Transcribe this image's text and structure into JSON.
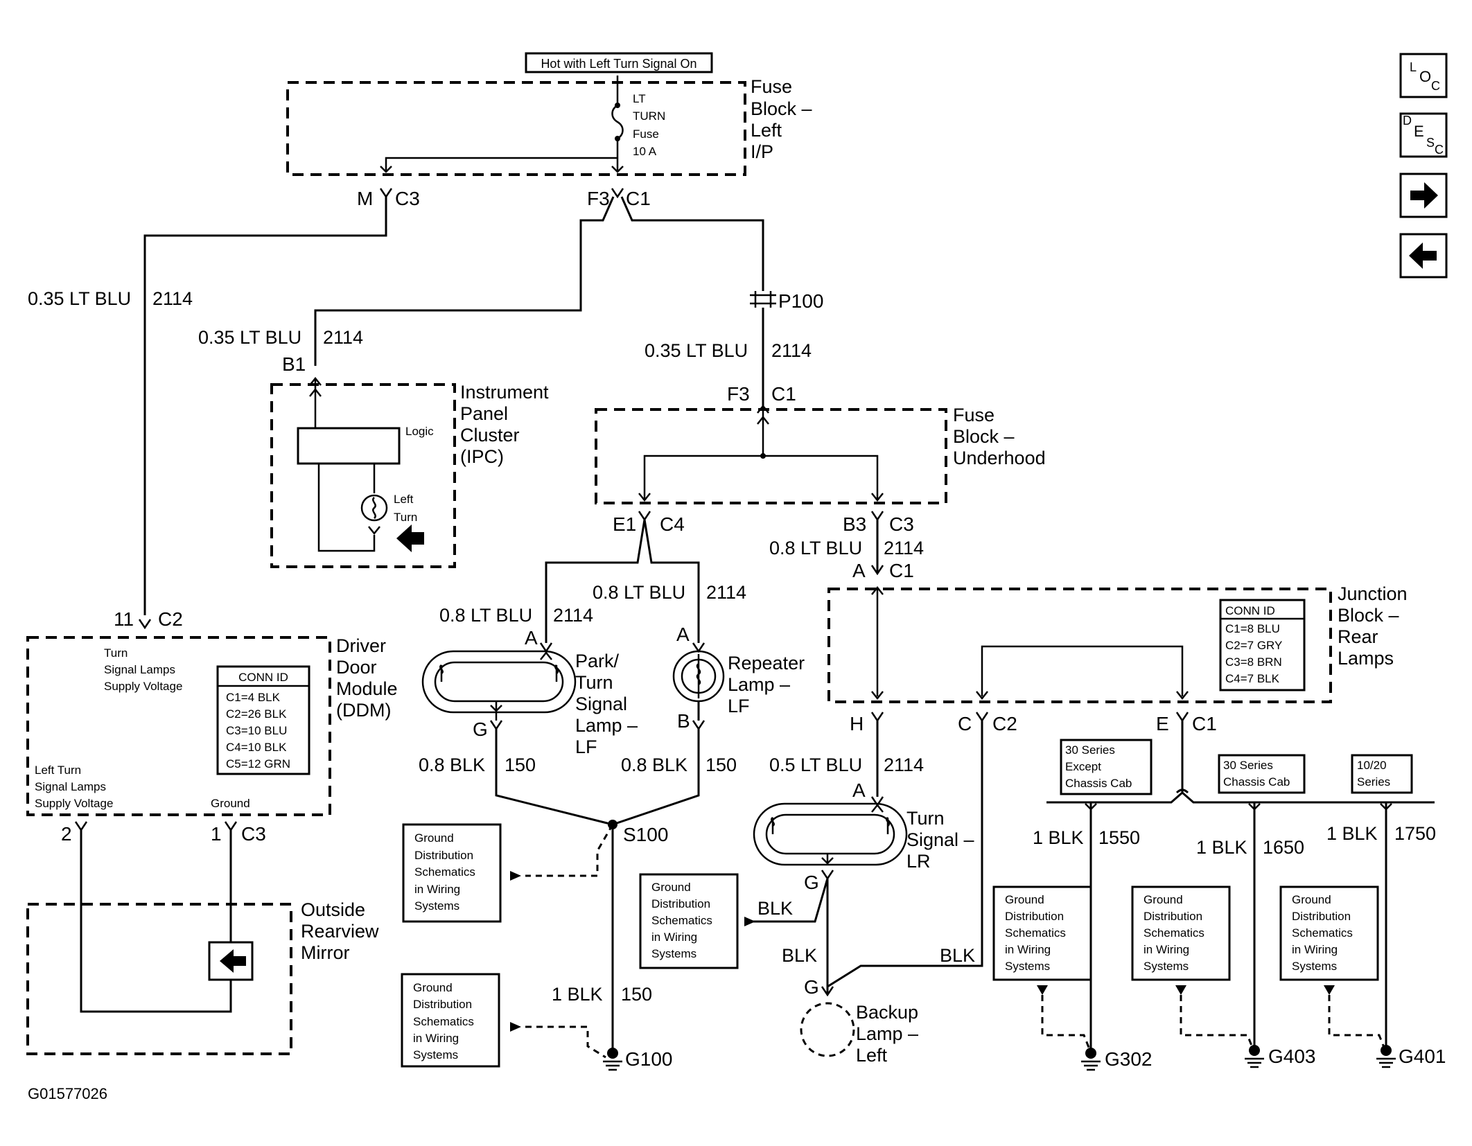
{
  "hot_label": "Hot with Left Turn Signal On",
  "nav": {
    "loc": [
      "L",
      "O",
      "C"
    ],
    "desc": [
      "D",
      "E",
      "S",
      "C"
    ],
    "next_icon": "arrow-right-icon",
    "prev_icon": "arrow-left-icon"
  },
  "fuse_block_left": {
    "title": [
      "Fuse",
      "Block –",
      "Left",
      "I/P"
    ],
    "fuse": [
      "LT",
      "TURN",
      "Fuse",
      "10 A"
    ]
  },
  "conn": {
    "m": "M",
    "c3": "C3",
    "f3": "F3",
    "c1": "C1",
    "b1": "B1",
    "p100": "P100",
    "f3b": "F3",
    "c1b": "C1",
    "e1": "E1",
    "c4": "C4",
    "b3": "B3",
    "c3b": "C3",
    "a_c1": "A",
    "c1c": "C1",
    "n11": "11",
    "c2": "C2",
    "a1": "A",
    "a2": "A",
    "g1": "G",
    "b": "B",
    "h": "H",
    "cc": "C",
    "c2b": "C2",
    "e": "E",
    "c1d": "C1",
    "a3": "A",
    "g2": "G",
    "g3": "G",
    "n2": "2",
    "n1": "1",
    "c3c": "C3"
  },
  "wires": {
    "w1": [
      "0.35 LT BLU",
      "2114"
    ],
    "w2": [
      "0.35 LT BLU",
      "2114"
    ],
    "w3": [
      "0.35 LT BLU",
      "2114"
    ],
    "w4": [
      "0.8 LT BLU",
      "2114"
    ],
    "w5": [
      "0.8 LT BLU",
      "2114"
    ],
    "w6": [
      "0.8 LT BLU",
      "2114"
    ],
    "w7": [
      "0.8 BLK",
      "150"
    ],
    "w8": [
      "0.8 BLK",
      "150"
    ],
    "w9": [
      "0.5 LT BLU",
      "2114"
    ],
    "w10": [
      "1 BLK",
      "150"
    ],
    "w11": [
      "1 BLK",
      "1550"
    ],
    "w12": [
      "1 BLK",
      "1650"
    ],
    "w13": [
      "1 BLK",
      "1750"
    ],
    "blk1": "BLK",
    "blk2": "BLK",
    "blk3": "BLK"
  },
  "ipc": {
    "title": [
      "Instrument",
      "Panel",
      "Cluster",
      "(IPC)"
    ],
    "logic": "Logic",
    "lamp": [
      "Left",
      "Turn"
    ]
  },
  "fuse_block_under": {
    "title": [
      "Fuse",
      "Block –",
      "Underhood"
    ]
  },
  "ddm": {
    "title": [
      "Driver",
      "Door",
      "Module",
      "(DDM)"
    ],
    "supply": [
      "Turn",
      "Signal Lamps",
      "Supply Voltage"
    ],
    "left_supply": [
      "Left Turn",
      "Signal Lamps",
      "Supply Voltage"
    ],
    "ground": "Ground",
    "conn_id": [
      "CONN ID",
      "C1=4 BLK",
      "C2=26 BLK",
      "C3=10 BLU",
      "C4=10 BLK",
      "C5=12 GRN"
    ]
  },
  "junction": {
    "title": [
      "Junction",
      "Block –",
      "Rear",
      "Lamps"
    ],
    "conn_id": [
      "CONN ID",
      "C1=8 BLU",
      "C2=7 GRY",
      "C3=8 BRN",
      "C4=7 BLK"
    ]
  },
  "park_lamp": [
    "Park/",
    "Turn",
    "Signal",
    "Lamp –",
    "LF"
  ],
  "repeater_lamp": [
    "Repeater",
    "Lamp –",
    "LF"
  ],
  "turn_lr": [
    "Turn",
    "Signal –",
    "LR"
  ],
  "backup_lamp": [
    "Backup",
    "Lamp –",
    "Left"
  ],
  "mirror": [
    "Outside",
    "Rearview",
    "Mirror"
  ],
  "splice": "S100",
  "grounds": {
    "g100": "G100",
    "g302": "G302",
    "g403": "G403",
    "g401": "G401"
  },
  "ground_ref": [
    "Ground",
    "Distribution",
    "Schematics",
    "in Wiring",
    "Systems"
  ],
  "series": {
    "s30_except": [
      "30 Series",
      "Except",
      "Chassis Cab"
    ],
    "s30_cab": [
      "30 Series",
      "Chassis Cab"
    ],
    "s1020": [
      "10/20",
      "Series"
    ]
  },
  "figure_id": "G01577026"
}
